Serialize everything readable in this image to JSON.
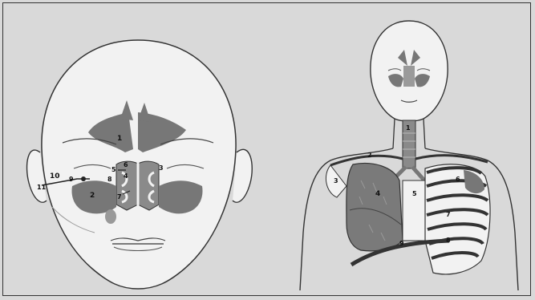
{
  "figure": {
    "background": "#d9d9d9",
    "skin": "#f2f2f2",
    "cavity_fill": "#777777",
    "head_labels": {
      "l1": "1",
      "l2": "2",
      "l3": "3",
      "l4": "4",
      "l5": "5",
      "l6": "6",
      "l7": "7",
      "l8": "8",
      "l9": "9",
      "l10": "10",
      "l11": "11"
    },
    "torso_labels": {
      "t1": "1",
      "t2": "2",
      "t3": "3",
      "t4": "4",
      "t5": "5",
      "t6": "6",
      "t7": "7",
      "t8": "8",
      "t9": "9"
    }
  }
}
